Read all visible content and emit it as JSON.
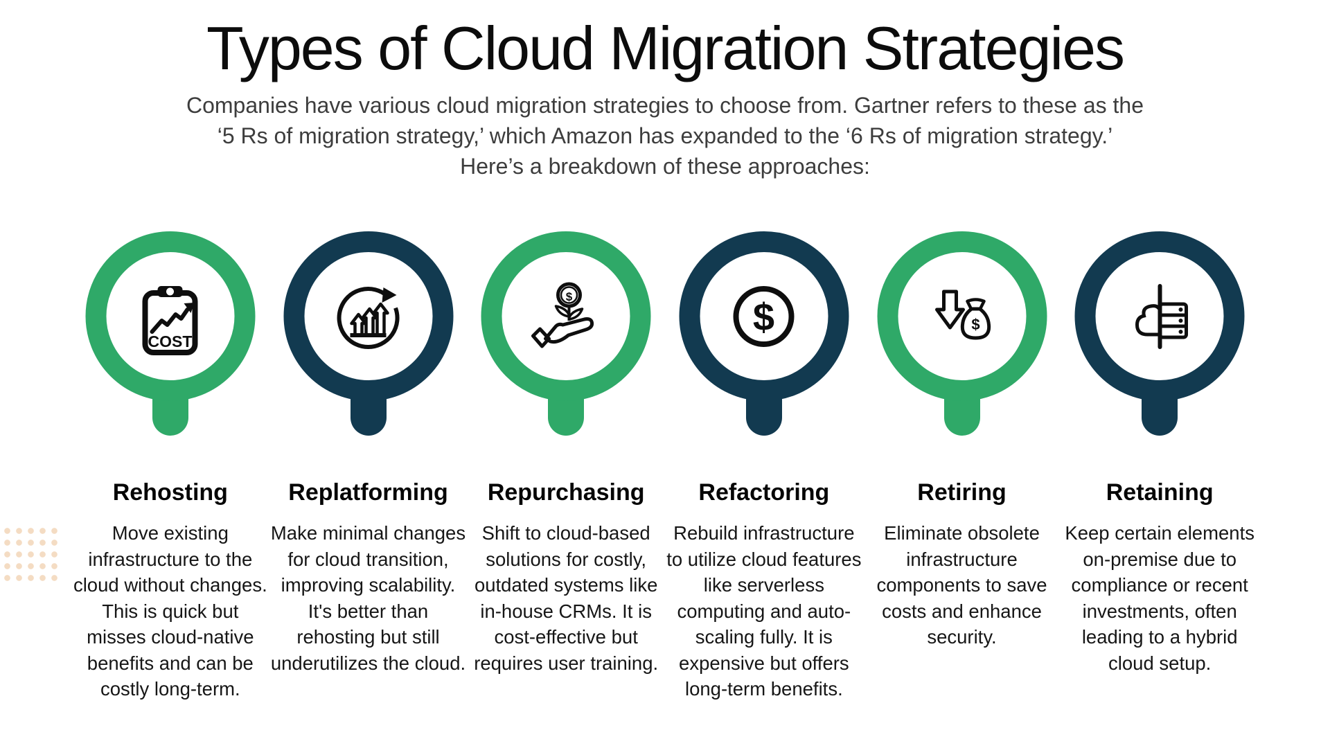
{
  "header": {
    "title": "Types of Cloud Migration Strategies",
    "subtitle_lines": [
      "Companies have various cloud migration strategies to choose from. Gartner refers to these as the",
      "‘5 Rs of migration strategy,’ which Amazon has expanded to the ‘6 Rs of migration strategy.’",
      "Here’s a breakdown of these approaches:"
    ]
  },
  "theme": {
    "green": "#2FA968",
    "navy": "#123A50",
    "icon_ink": "#0e0e0e",
    "dots_peach": "#F4DCC3",
    "background": "#FFFFFF"
  },
  "icon_labels": {
    "cost_text": "COST",
    "dollar_sign": "$"
  },
  "strategies": [
    {
      "name": "Rehosting",
      "color": "green",
      "icon": "cost-clipboard-icon",
      "description": "Move existing infrastructure to the cloud without changes. This is quick but misses cloud-native benefits and can be costly long-term."
    },
    {
      "name": "Replatforming",
      "color": "navy",
      "icon": "growth-arrows-cycle-icon",
      "description": "Make minimal changes for cloud transition, improving scalability. It's better than rehosting but still underutilizes the cloud."
    },
    {
      "name": "Repurchasing",
      "color": "green",
      "icon": "hand-money-plant-icon",
      "description": "Shift to cloud-based solutions for costly, outdated systems like in-house CRMs. It is cost-effective but requires user training."
    },
    {
      "name": "Refactoring",
      "color": "navy",
      "icon": "dollar-circle-icon",
      "description": "Rebuild infrastructure to utilize cloud features like serverless computing and auto-scaling fully. It is expensive but offers long-term benefits."
    },
    {
      "name": "Retiring",
      "color": "green",
      "icon": "cost-down-moneybag-icon",
      "description": "Eliminate obsolete infrastructure components to save costs and enhance security."
    },
    {
      "name": "Retaining",
      "color": "navy",
      "icon": "cloud-server-icon",
      "description": "Keep certain elements on-premise due to compliance or recent investments, often leading to a hybrid cloud setup."
    }
  ]
}
